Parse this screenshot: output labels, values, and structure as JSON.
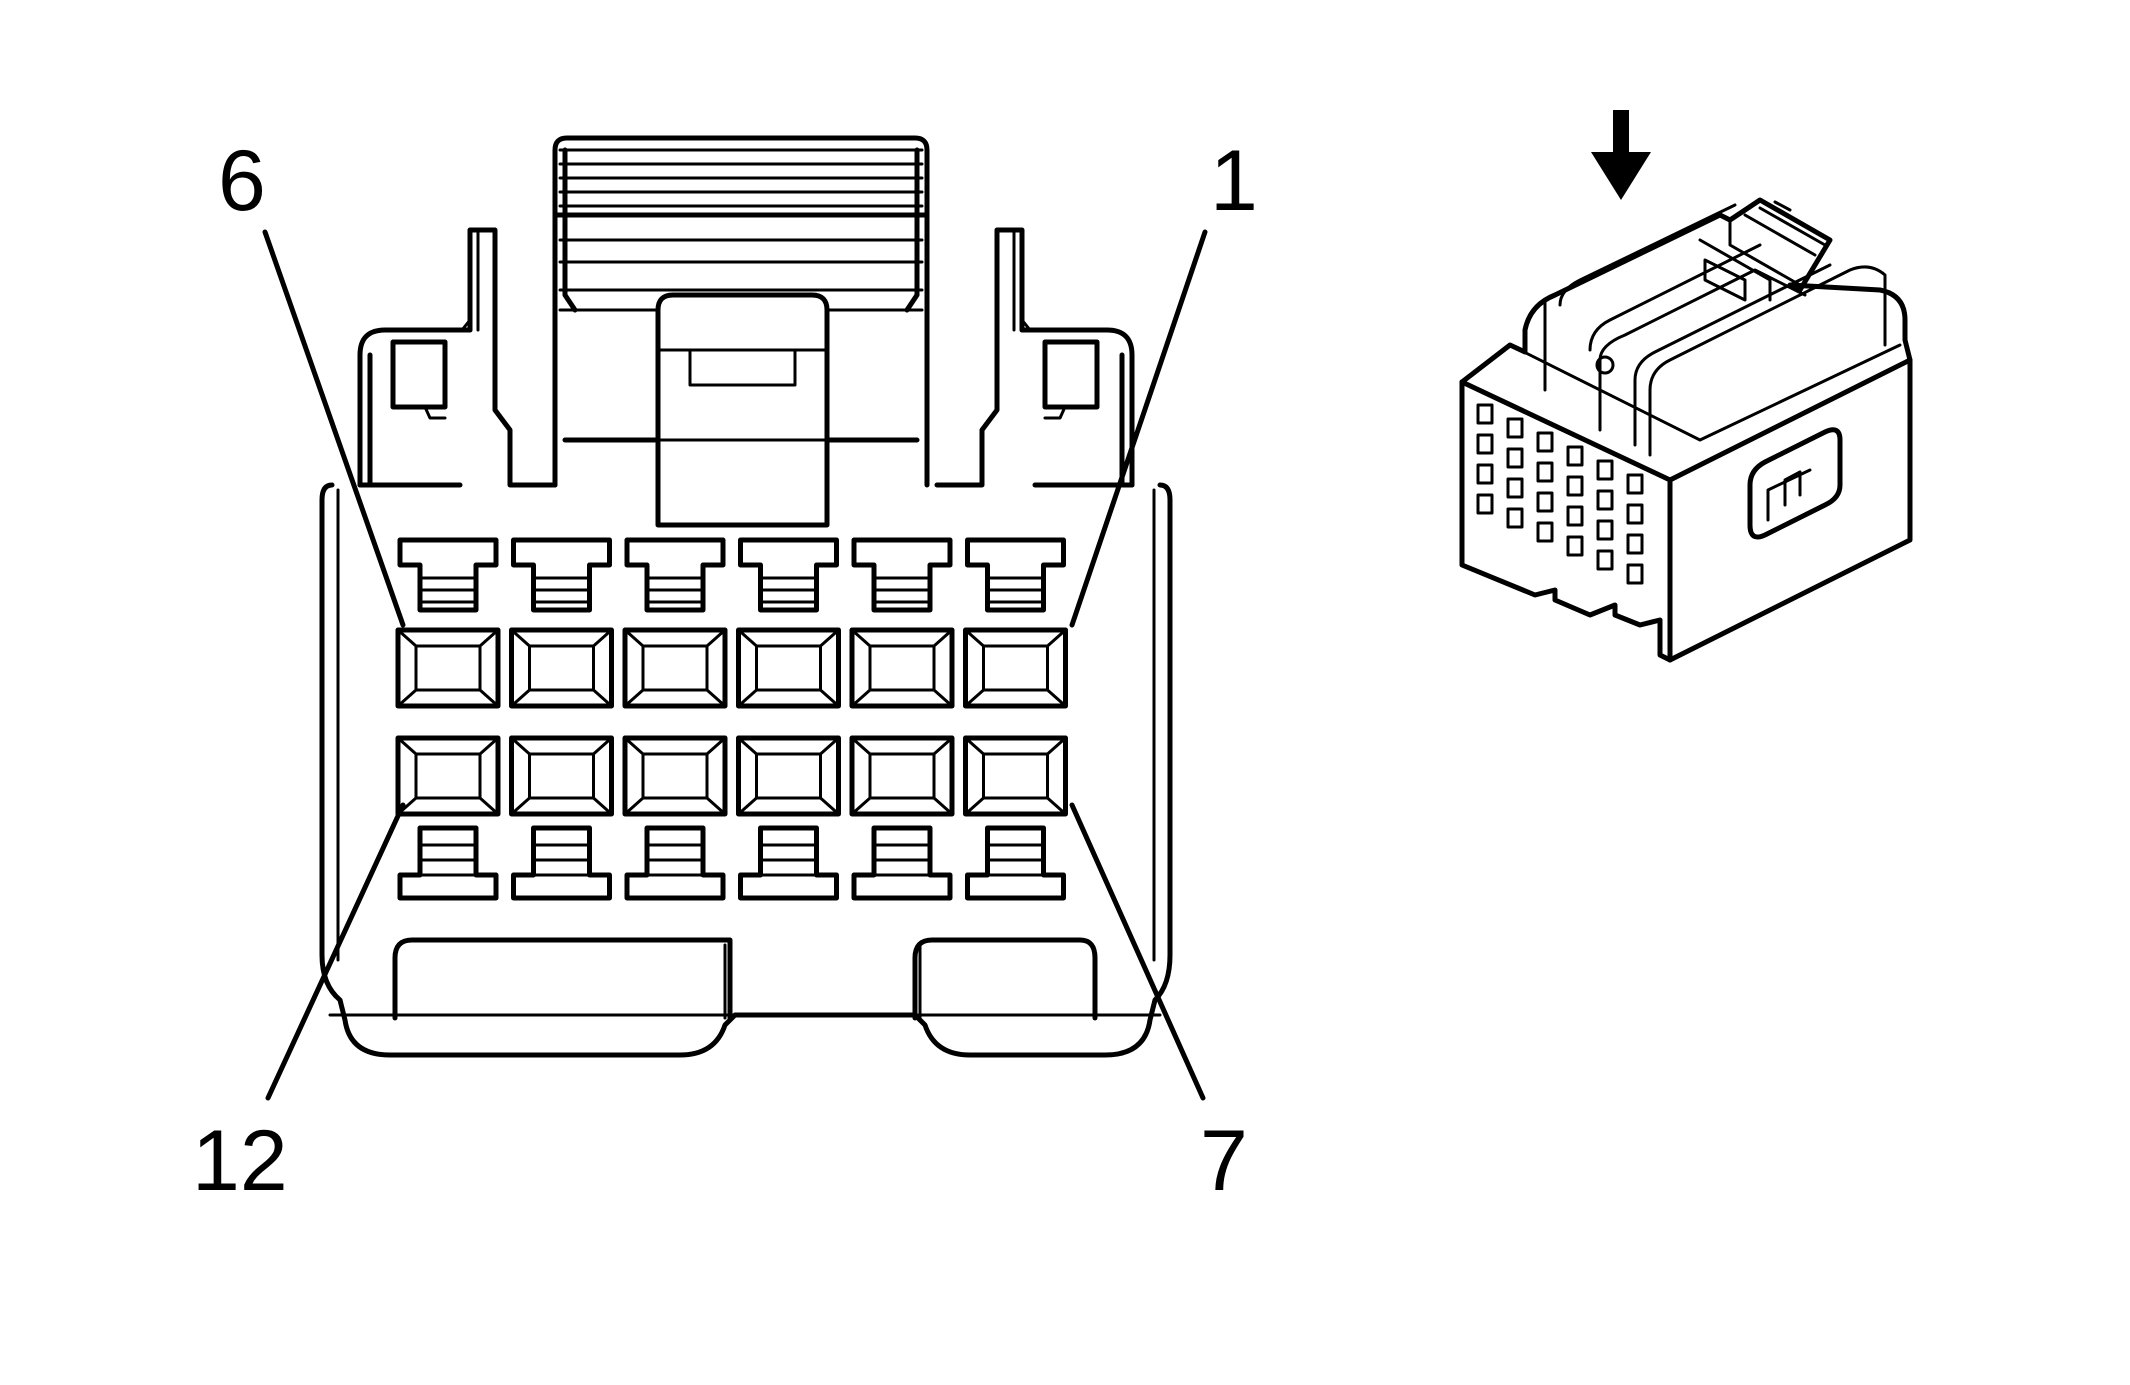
{
  "diagram": {
    "pin_labels": {
      "top_left": "6",
      "top_right": "1",
      "bottom_left": "12",
      "bottom_right": "7"
    },
    "cavity_rows": 2,
    "cavities_per_row": 6,
    "icons": {
      "arrow": "down-arrow-icon",
      "connector_isometric": "connector-isometric-icon"
    },
    "colors": {
      "line": "#000000",
      "background": "#ffffff"
    }
  }
}
